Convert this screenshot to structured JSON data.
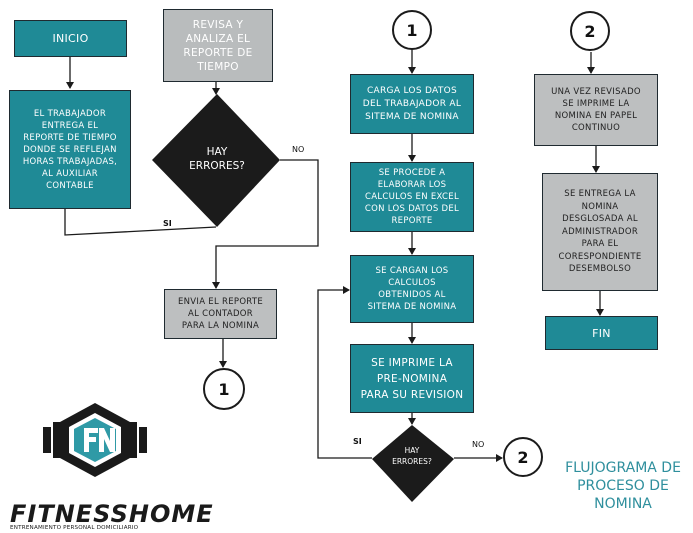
{
  "colors": {
    "teal": "#1f8a96",
    "gray": "#bdbfc0",
    "diamond": "#1b1b1b",
    "title": "#2f8f9d"
  },
  "boxes": {
    "inicio": "INICIO",
    "entrega": "EL TRABAJADOR\nENTREGA EL\nREPORTE DE TIEMPO\nDONDE SE REFLEJAN\nHORAS TRABAJADAS,\nAL AUXILIAR\nCONTABLE",
    "revisa": "REVISA Y\nANALIZA EL\nREPORTE DE\nTIEMPO",
    "envia": "ENVIA EL REPORTE\nAL CONTADOR\nPARA LA NOMINA",
    "carga": "CARGA LOS DATOS\nDEL TRABAJADOR AL\nSITEMA DE NOMINA",
    "elabora": "SE PROCEDE A\nELABORAR LOS\nCALCULOS EN EXCEL\nCON LOS DATOS DEL\nREPORTE",
    "cargan": "SE CARGAN LOS\nCALCULOS\nOBTENIDOS AL\nSITEMA DE NOMINA",
    "imprime_pre": "SE IMPRIME LA\nPRE-NOMINA\nPARA SU REVISION",
    "revisado": "UNA VEZ REVISADO\nSE IMPRIME LA\nNOMINA EN PAPEL\nCONTINUO",
    "entrega_admin": "SE ENTREGA LA\nNOMINA\nDESGLOSADA AL\nADMINISTRADOR\nPARA EL\nCORESPONDIENTE\nDESEMBOLSO",
    "fin": "FIN"
  },
  "diamonds": {
    "d1": "HAY\nERRORES?",
    "d2": "HAY\nERRORES?"
  },
  "labels": {
    "no1": "NO",
    "si1": "SI",
    "si2": "SI",
    "no2": "NO"
  },
  "connectors": {
    "c1_top": "1",
    "c2_top": "2",
    "c1_bottom": "1",
    "c2_bottom": "2"
  },
  "page_title": "FLUJOGRAMA DE\nPROCESO DE\nNOMINA",
  "logo": {
    "wordmark": "FITNESSHOME",
    "tagline": "ENTRENAMIENTO PERSONAL DOMICILIARIO"
  }
}
